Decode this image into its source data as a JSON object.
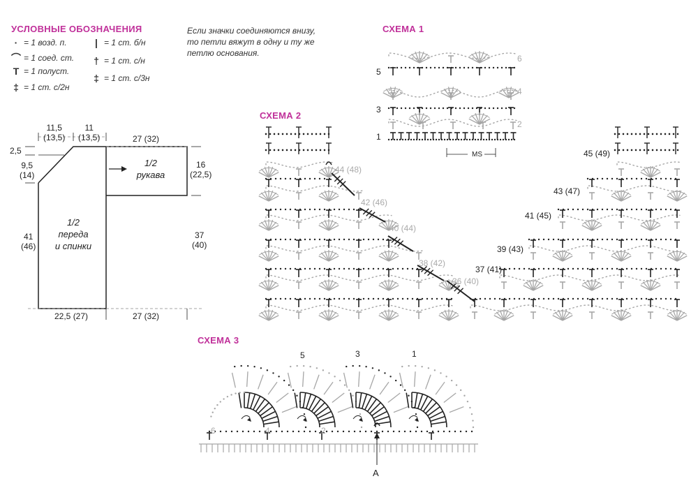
{
  "legend": {
    "title": "УСЛОВНЫЕ ОБОЗНАЧЕНИЯ",
    "items": [
      {
        "symbol": "·",
        "label": "= 1 возд. п."
      },
      {
        "symbol": "⌒",
        "label": "= 1 соед. ст."
      },
      {
        "symbol": "T",
        "label": "= 1 полуст."
      },
      {
        "symbol": "‡",
        "label": "= 1 ст. с/2н"
      },
      {
        "symbol": "|",
        "label": "= 1 ст. б/н"
      },
      {
        "symbol": "†",
        "label": "= 1 ст. с/н"
      },
      {
        "symbol": "‡",
        "label": "= 1 ст. с/3н"
      }
    ]
  },
  "note": {
    "lines": [
      "Если значки соединяются внизу,",
      "то петли вяжут в одну и ту же",
      "петлю основания."
    ]
  },
  "pattern": {
    "dims": {
      "top_left": [
        "11,5",
        "(13,5)"
      ],
      "top_mid": [
        "11",
        "(13,5)"
      ],
      "top_sleeve": "27 (32)",
      "left_small": "2,5",
      "left_mid": [
        "9,5",
        "(14)"
      ],
      "right_sleeve": [
        "16",
        "(22,5)"
      ],
      "left_body": [
        "41",
        "(46)"
      ],
      "right_body": [
        "37",
        "(40)"
      ],
      "bottom_body": "22,5 (27)",
      "bottom_sleeve": "27 (32)"
    },
    "body_label": [
      "1/2",
      "переда",
      "и спинки"
    ],
    "sleeve_label": [
      "1/2",
      "рукава"
    ]
  },
  "scheme1": {
    "title": "СХЕМА 1",
    "rows_left": [
      "5",
      "3",
      "1"
    ],
    "rows_right": [
      "6",
      "4",
      "2"
    ],
    "repeat_label": "MS"
  },
  "scheme2": {
    "title": "СХЕМА 2",
    "left_sizes": [
      {
        "label": "44 (48)",
        "gray": true
      },
      {
        "label": "42 (46)",
        "gray": true
      },
      {
        "label": "40 (44)",
        "gray": true
      },
      {
        "label": "38 (42)",
        "gray": true
      },
      {
        "label": "36 (40)",
        "gray": true
      }
    ],
    "right_sizes": [
      {
        "label": "45 (49)"
      },
      {
        "label": "43 (47)"
      },
      {
        "label": "41 (45)"
      },
      {
        "label": "39 (43)"
      },
      {
        "label": "37 (41)"
      }
    ]
  },
  "scheme3": {
    "title": "СХЕМА 3",
    "top_nums": [
      "5",
      "3",
      "1"
    ],
    "side_nums": [
      "6",
      "4",
      "2"
    ],
    "marker": "A"
  },
  "colors": {
    "accent": "#c0309a",
    "ink": "#222222",
    "gray": "#a6a6a6"
  }
}
